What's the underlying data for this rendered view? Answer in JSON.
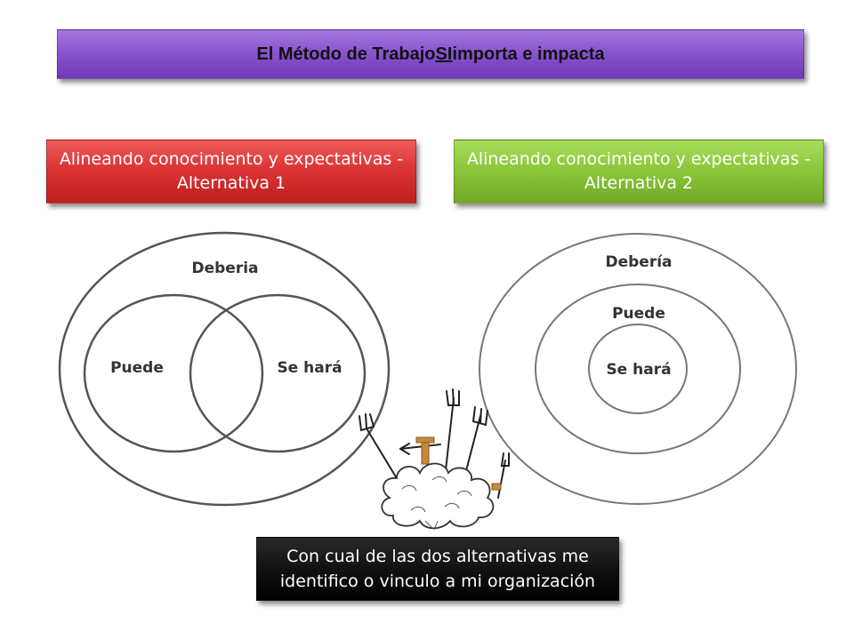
{
  "title": {
    "before": "El Método de Trabajo ",
    "emphasis": "SI",
    "after": " importa e impacta"
  },
  "alternative_1": {
    "label": "Alineando conocimiento y expectativas - Alternativa 1",
    "color": "#dd3434"
  },
  "alternative_2": {
    "label": "Alineando conocimiento y expectativas - Alternativa 2",
    "color": "#8cc83b"
  },
  "diagram_1": {
    "outer": "Deberia",
    "left": "Puede",
    "right": "Se hará"
  },
  "diagram_2": {
    "outer": "Debería",
    "middle": "Puede",
    "inner": "Se hará"
  },
  "question": {
    "label": "Con cual de las dos alternativas me identifico o vinculo a mi organización"
  },
  "illustration": {
    "icon": "fighting-cloud-with-pitchforks-icon"
  }
}
